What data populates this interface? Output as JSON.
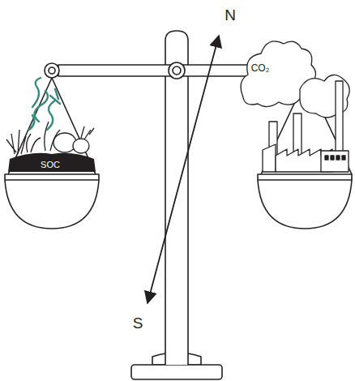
{
  "diagram": {
    "labels": [
      "N",
      "S",
      "SOC",
      "CO₂"
    ]
  }
}
